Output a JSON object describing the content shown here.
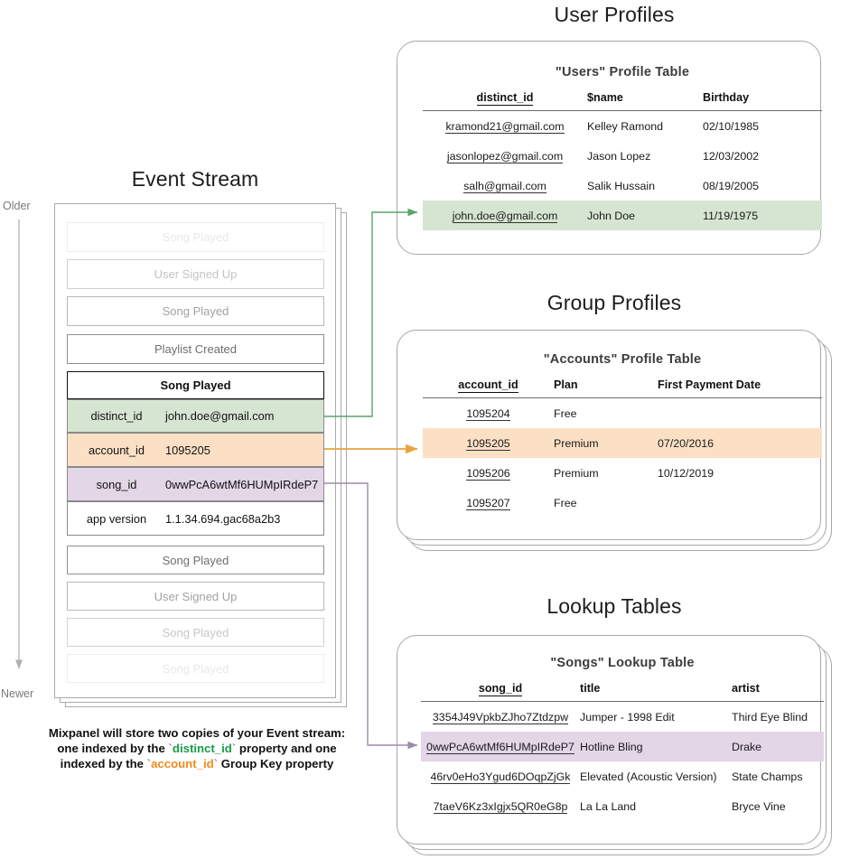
{
  "sections": {
    "event_stream": {
      "title": "Event Stream",
      "axis": {
        "top_label": "Older",
        "bottom_label": "Newer"
      },
      "events": [
        {
          "label": "Song Played",
          "opacity": "faintest"
        },
        {
          "label": "User Signed Up",
          "opacity": "faint"
        },
        {
          "label": "Song Played",
          "opacity": "light"
        },
        {
          "label": "Playlist Created",
          "opacity": "medium"
        }
      ],
      "focus_event": {
        "label": "Song Played",
        "properties": [
          {
            "key": "distinct_id",
            "value": "john.doe@gmail.com",
            "highlight": "green"
          },
          {
            "key": "account_id",
            "value": "1095205",
            "highlight": "orange"
          },
          {
            "key": "song_id",
            "value": "0wwPcA6wtMf6HUMpIRdeP7",
            "highlight": "purple"
          },
          {
            "key": "app version",
            "value": "1.1.34.694.gac68a2b3",
            "highlight": "none"
          }
        ]
      },
      "events_after": [
        {
          "label": "Song Played",
          "opacity": "medium"
        },
        {
          "label": "User Signed Up",
          "opacity": "light"
        },
        {
          "label": "Song Played",
          "opacity": "faint"
        },
        {
          "label": "Song Played",
          "opacity": "faintest"
        }
      ],
      "caption": {
        "line1": "Mixpanel will store two copies of your Event stream:",
        "line2_a": "one indexed by the ",
        "line2_key": "distinct_id",
        "line2_b": " property and one",
        "line3_a": "indexed by the ",
        "line3_key": "account_id",
        "line3_b": " Group Key property"
      }
    },
    "user_profiles": {
      "title": "User Profiles",
      "table_title": "\"Users\" Profile Table",
      "columns": [
        "distinct_id",
        "$name",
        "Birthday"
      ],
      "rows": [
        {
          "cells": [
            "kramond21@gmail.com",
            "Kelley Ramond",
            "02/10/1985"
          ],
          "highlight": "none"
        },
        {
          "cells": [
            "jasonlopez@gmail.com",
            "Jason Lopez",
            "12/03/2002"
          ],
          "highlight": "none"
        },
        {
          "cells": [
            "salh@gmail.com",
            "Salik Hussain",
            "08/19/2005"
          ],
          "highlight": "none"
        },
        {
          "cells": [
            "john.doe@gmail.com",
            "John Doe",
            "11/19/1975"
          ],
          "highlight": "green"
        }
      ],
      "stack_depth": 1
    },
    "group_profiles": {
      "title": "Group Profiles",
      "table_title": "\"Accounts\" Profile Table",
      "columns": [
        "account_id",
        "Plan",
        "First Payment Date"
      ],
      "rows": [
        {
          "cells": [
            "1095204",
            "Free",
            ""
          ],
          "highlight": "none"
        },
        {
          "cells": [
            "1095205",
            "Premium",
            "07/20/2016"
          ],
          "highlight": "orange"
        },
        {
          "cells": [
            "1095206",
            "Premium",
            "10/12/2019"
          ],
          "highlight": "none"
        },
        {
          "cells": [
            "1095207",
            "Free",
            ""
          ],
          "highlight": "none"
        }
      ],
      "stack_depth": 3
    },
    "lookup_tables": {
      "title": "Lookup Tables",
      "table_title": "\"Songs\" Lookup Table",
      "columns": [
        "song_id",
        "title",
        "artist"
      ],
      "rows": [
        {
          "cells": [
            "3354J49VpkbZJho7Ztdzpw",
            "Jumper - 1998 Edit",
            "Third Eye Blind"
          ],
          "highlight": "none"
        },
        {
          "cells": [
            "0wwPcA6wtMf6HUMpIRdeP7",
            "Hotline Bling",
            "Drake"
          ],
          "highlight": "purple"
        },
        {
          "cells": [
            "46rv0eHo3Ygud6DOqpZjGk",
            "Elevated (Acoustic Version)",
            "State Champs"
          ],
          "highlight": "none"
        },
        {
          "cells": [
            "7taeV6Kz3xIgjx5QR0eG8p",
            "La La Land",
            "Bryce Vine"
          ],
          "highlight": "none"
        }
      ],
      "stack_depth": 3
    }
  },
  "colors": {
    "green_fill": "#d6e5d1",
    "orange_fill": "#fce0c6",
    "purple_fill": "#e2d6e7",
    "green_arrow": "#5aa469",
    "orange_arrow": "#e8a33d",
    "purple_arrow": "#9b8aa8",
    "card_border": "#a8a8a8",
    "text": "#1a1a1a",
    "muted": "#7a7a7a"
  }
}
